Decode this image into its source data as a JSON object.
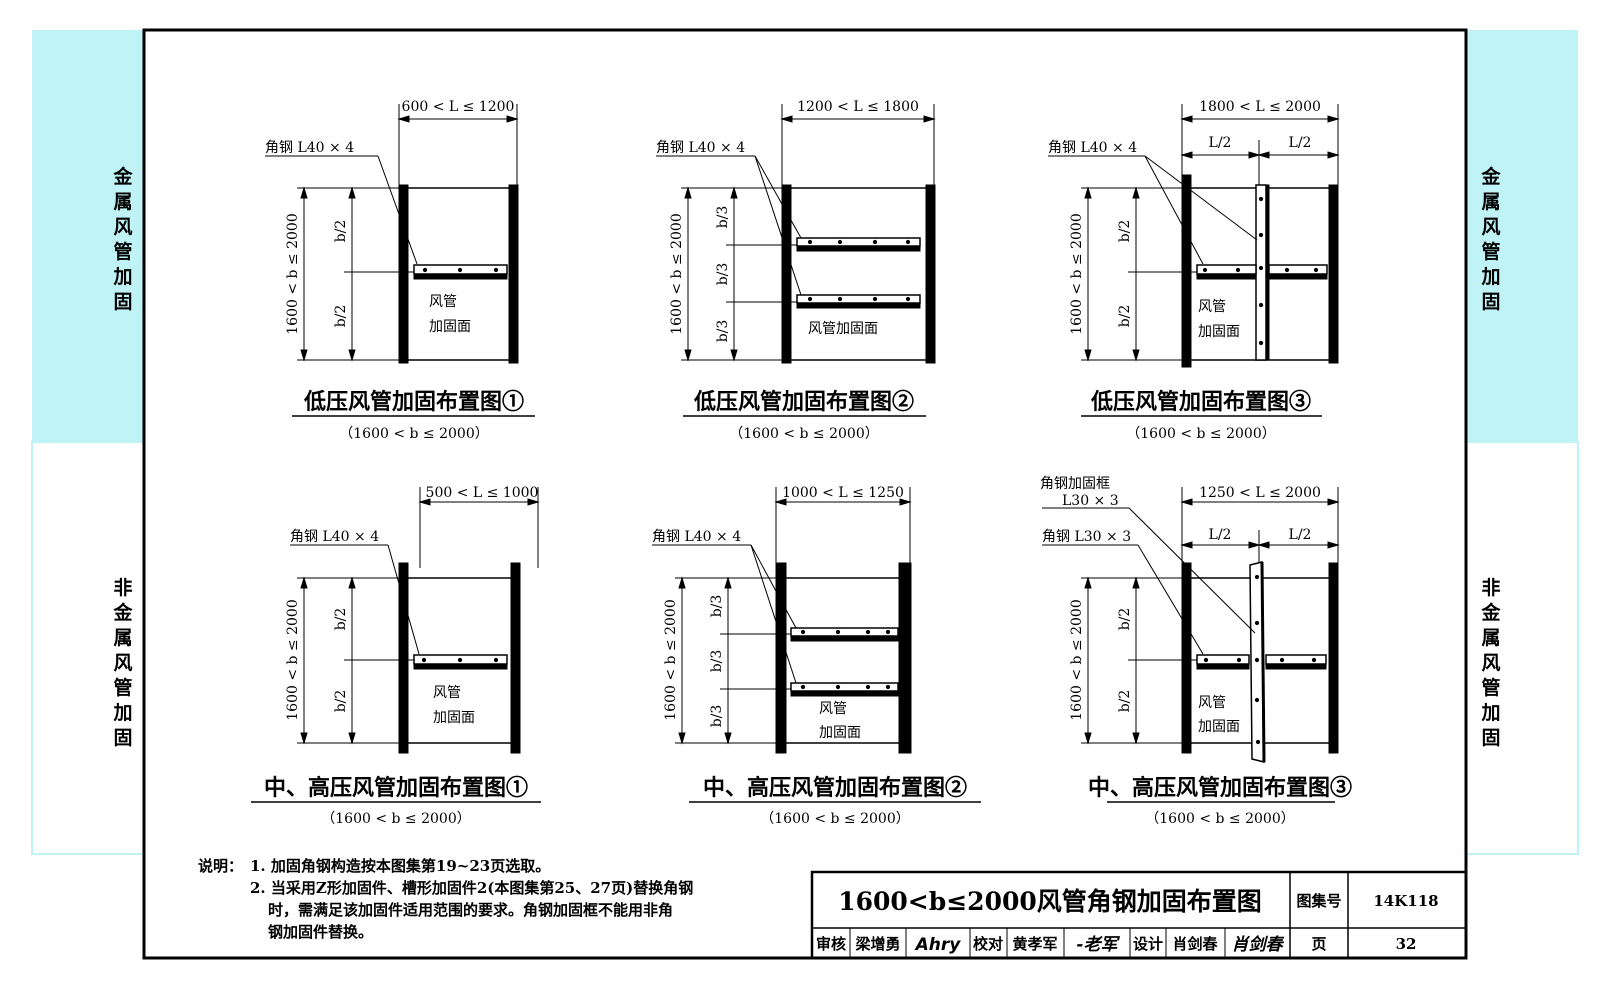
{
  "side_tabs": {
    "metal": [
      "金",
      "属",
      "风",
      "管",
      "加",
      "固"
    ],
    "nonmetal": [
      "非",
      "金",
      "属",
      "风",
      "管",
      "加",
      "固"
    ]
  },
  "common": {
    "angle_40": "角钢 L40 × 4",
    "angle_30": "角钢 L30 × 3",
    "angle_frame": "角钢加固框",
    "angle_frame_size": "L30 × 3",
    "b_range": "1600 < b ≤ 2000",
    "b_half": "b/2",
    "b_third": "b/3",
    "L_half": "L/2",
    "duct_face_1": "风管",
    "duct_face_2": "加固面",
    "duct_face_full": "风管加固面",
    "subtitle": "（1600 < b ≤ 2000）"
  },
  "diagrams": {
    "lp1": {
      "title": "低压风管加固布置图①",
      "dim": "600 < L ≤ 1200"
    },
    "lp2": {
      "title": "低压风管加固布置图②",
      "dim": "1200 < L ≤ 1800"
    },
    "lp3": {
      "title": "低压风管加固布置图③",
      "dim": "1800 < L ≤ 2000"
    },
    "hp1": {
      "title": "中、高压风管加固布置图①",
      "dim": "500 < L ≤ 1000"
    },
    "hp2": {
      "title": "中、高压风管加固布置图②",
      "dim": "1000 < L ≤ 1250"
    },
    "hp3": {
      "title": "中、高压风管加固布置图③",
      "dim": "1250 < L ≤ 2000"
    }
  },
  "notes": {
    "label": "说明：",
    "line1": "1. 加固角钢构造按本图集第19~23页选取。",
    "line2": "2. 当采用Z形加固件、槽形加固件2(本图集第25、27页)替换角钢",
    "line3": "时，需满足该加固件适用范围的要求。角钢加固框不能用非角",
    "line4": "钢加固件替换。"
  },
  "title_block": {
    "title": "1600<b≤2000风管角钢加固布置图",
    "atlas_label": "图集号",
    "atlas_no": "14K118",
    "review_label": "审核",
    "reviewer": "梁增勇",
    "reviewer_sig": "Ahry",
    "check_label": "校对",
    "checker": "黄孝军",
    "checker_sig": "-老军",
    "design_label": "设计",
    "designer": "肖剑春",
    "designer_sig": "肖剑春",
    "page_label": "页",
    "page_no": "32"
  },
  "colors": {
    "tab_cyan": "#bff3f6",
    "line": "#000000"
  }
}
